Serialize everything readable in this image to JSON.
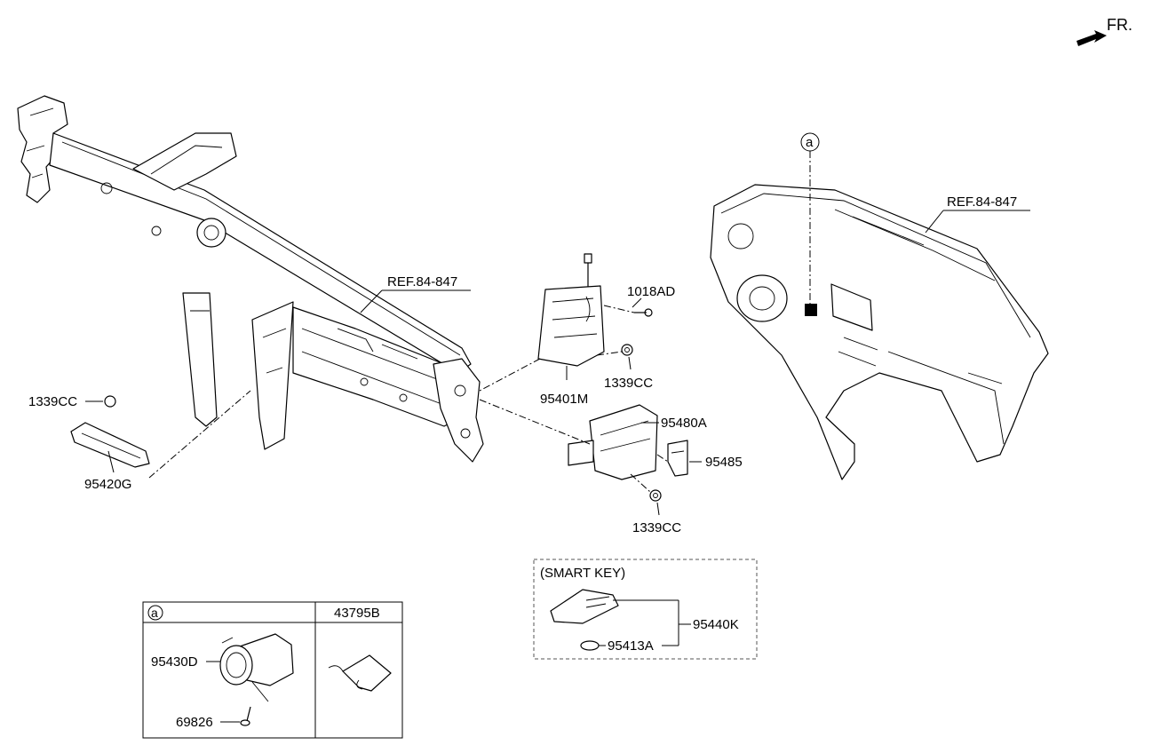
{
  "orientation": {
    "label": "FR."
  },
  "refs": {
    "frame_ref": "REF.84-847",
    "dash_ref": "REF.84-847"
  },
  "callout": {
    "letter": "a"
  },
  "parts": {
    "p1018AD": "1018AD",
    "p95401M": "95401M",
    "p1339CC_top": "1339CC",
    "p1339CC_left": "1339CC",
    "p1339CC_bottom": "1339CC",
    "p95480A": "95480A",
    "p95485": "95485",
    "p95420G": "95420G"
  },
  "smart_key": {
    "title": "(SMART KEY)",
    "key_part": "95440K",
    "battery_part": "95413A"
  },
  "table": {
    "col1_header": "a",
    "col2_header": "43795B",
    "switch_part": "95430D",
    "screw_part": "69826"
  },
  "colors": {
    "line": "#000000",
    "background": "#ffffff",
    "dashed_box": "#555555"
  }
}
